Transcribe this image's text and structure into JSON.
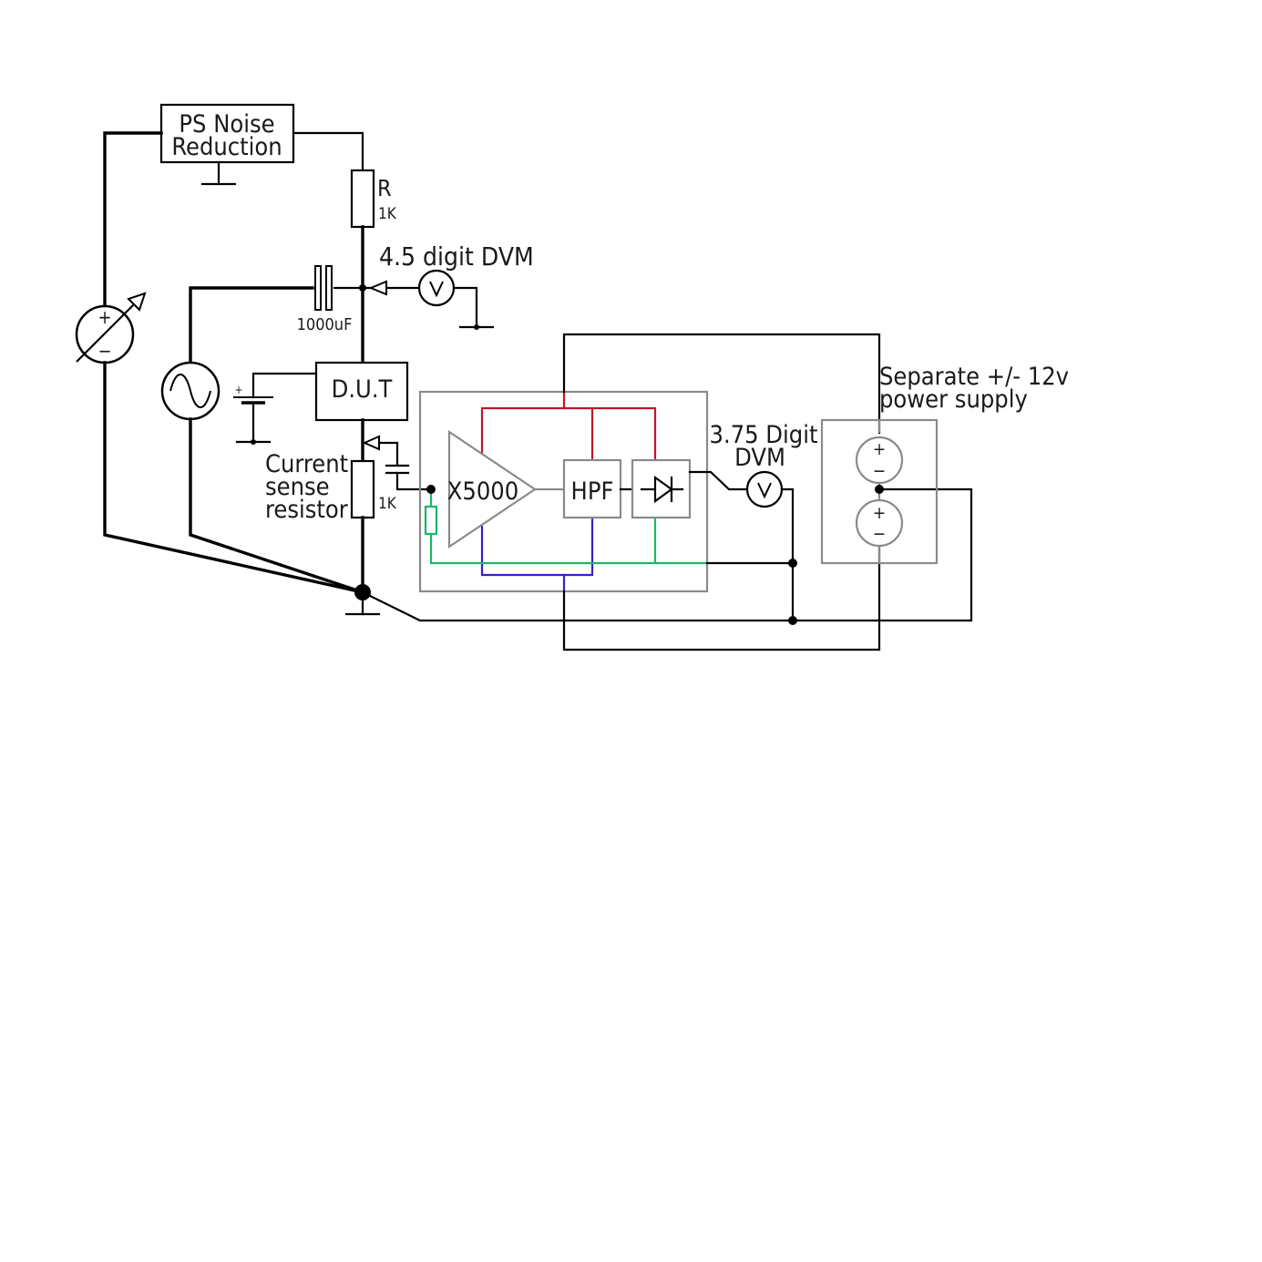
{
  "labels": {
    "ps_noise_line1": "PS Noise",
    "ps_noise_line2": "Reduction",
    "resistor_r_name": "R",
    "resistor_r_value": "1K",
    "dvm_45_label": "4.5 digit DVM",
    "capacitor_value": "1000uF",
    "dut_label": "D.U.T",
    "current_sense_line1": "Current",
    "current_sense_line2": "sense",
    "current_sense_line3": "resistor",
    "sense_resistor_value": "1K",
    "amplifier_label": "X5000",
    "hpf_label": "HPF",
    "dvm_375_line1": "3.75 Digit",
    "dvm_375_line2": "DVM",
    "supply_line1": "Separate +/- 12v",
    "supply_line2": "power supply",
    "plus": "+",
    "minus": "−"
  },
  "colors": {
    "wire": "#000000",
    "enclosure": "#8a8a8a",
    "positive_rail": "#c0152a",
    "negative_rail": "#3a1fc9",
    "ground_rail": "#1ab866"
  },
  "icons": [
    "adjustable-dc-source-icon",
    "ac-source-icon",
    "battery-icon",
    "voltmeter-icon",
    "capacitor-icon",
    "resistor-icon",
    "ground-icon",
    "diode-icon",
    "amplifier-icon",
    "probe-arrow-icon"
  ]
}
